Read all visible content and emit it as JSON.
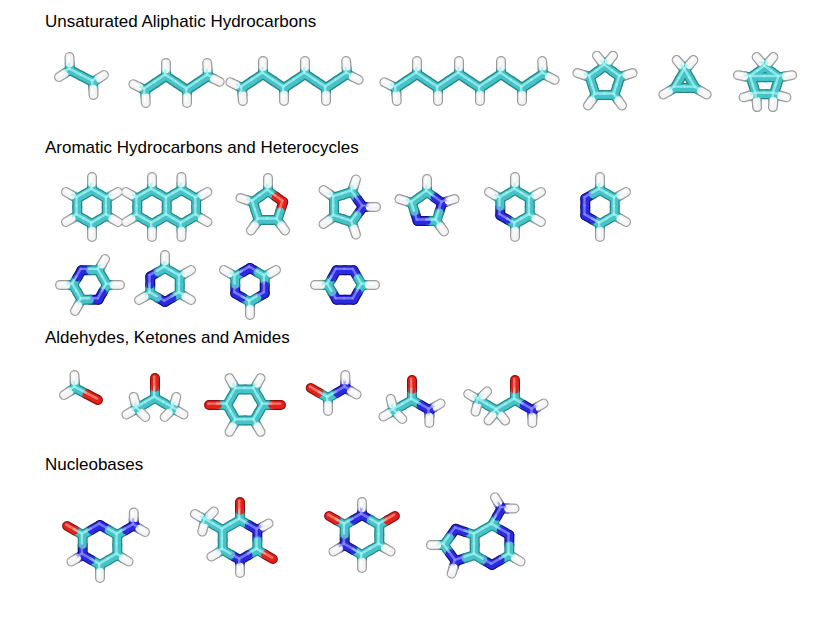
{
  "diagram": {
    "labels": [
      "Unsaturated Aliphatic Hydrocarbons",
      "Aromatic Hydrocarbons and Heterocycles",
      "Aldehydes, Ketones and Amides",
      "Nucleobases"
    ]
  }
}
